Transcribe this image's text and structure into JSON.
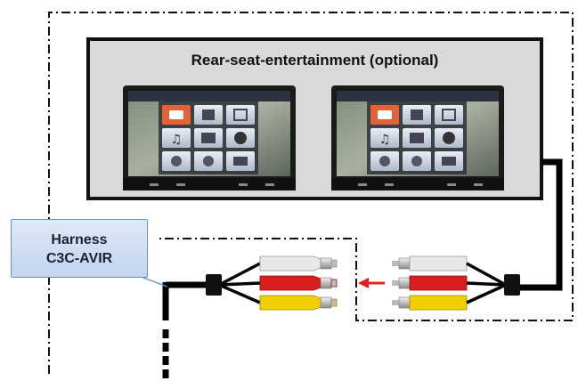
{
  "rse": {
    "title": "Rear-seat-entertainment (optional)"
  },
  "harness": {
    "line1": "Harness",
    "line2": "C3C-AVIR"
  },
  "monitor": {
    "menu_title": "Radio",
    "menu_icons": [
      "video-icon",
      "grid-icon",
      "screen-icon",
      "music-icon",
      "list-icon",
      "info-icon",
      "satellite-icon",
      "phone-icon",
      "tv-icon"
    ]
  },
  "colors": {
    "box_fill": "#d9d9d9",
    "label_fill": "#c9d9f0",
    "arrow": "#e02020",
    "plug_white": "#e8e8e8",
    "plug_red": "#d81e1e",
    "plug_yellow": "#f0d000",
    "cable": "#000000"
  }
}
